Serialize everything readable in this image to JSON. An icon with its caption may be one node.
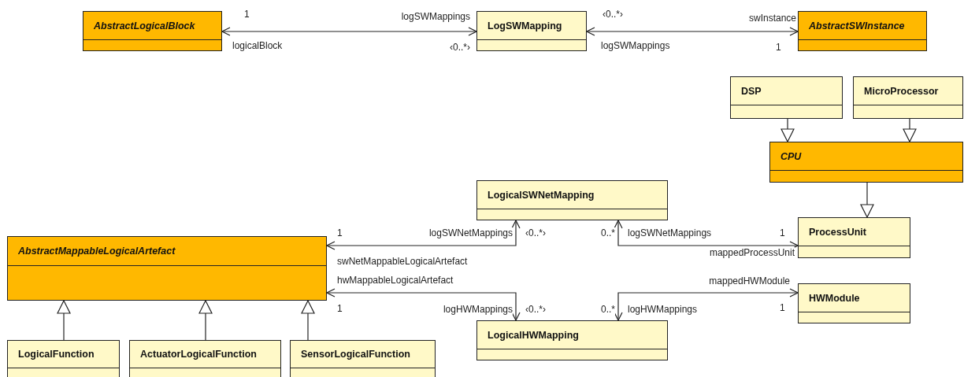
{
  "diagram": {
    "nodes": [
      {
        "text": [
          "AbstractLogicalBlock"
        ]
      },
      {
        "text": [
          "LogSWMapping"
        ]
      },
      {
        "text": [
          "AbstractSWInstance"
        ]
      },
      {
        "text": [
          "DSP"
        ]
      },
      {
        "text": [
          "MicroProcessor"
        ]
      },
      {
        "text": [
          "CPU"
        ]
      },
      {
        "text": [
          "LogicalSWNetMapping"
        ]
      },
      {
        "text": [
          "ProcessUnit"
        ]
      },
      {
        "text": [
          "AbstractMappableLogicalArtefact"
        ]
      },
      {
        "text": [
          "HWModule"
        ]
      },
      {
        "text": [
          "LogicalHWMapping"
        ]
      },
      {
        "text": [
          "LogicalFunction"
        ]
      },
      {
        "text": [
          "ActuatorLogicalFunction"
        ]
      },
      {
        "text": [
          "SensorLogicalFunction"
        ]
      }
    ],
    "edges": [
      {
        "from": 0,
        "to": 1,
        "arrow": "both"
      },
      {
        "from": 1,
        "to": 2,
        "arrow": "both"
      },
      {
        "from": 3,
        "to": 5,
        "arrow": "to"
      },
      {
        "from": 4,
        "to": 5,
        "arrow": "to"
      },
      {
        "from": 5,
        "to": 7,
        "arrow": "to"
      },
      {
        "from": 8,
        "to": 6,
        "arrow": "both"
      },
      {
        "from": 6,
        "to": 7,
        "arrow": "both"
      },
      {
        "from": 8,
        "to": 10,
        "arrow": "both"
      },
      {
        "from": 10,
        "to": 9,
        "arrow": "both"
      },
      {
        "from": 11,
        "to": 8,
        "arrow": "to"
      },
      {
        "from": 12,
        "to": 8,
        "arrow": "to"
      },
      {
        "from": 13,
        "to": 8,
        "arrow": "to"
      }
    ],
    "labels": [
      "1",
      "logSWMappings",
      "logicalBlock",
      "‹0..*›",
      "‹0..*›",
      "swInstance",
      "logSWMappings",
      "1",
      "1",
      "logSWNetMappings",
      "‹0..*›",
      "0..*",
      "logSWNetMappings",
      "1",
      "swNetMappableLogicalArtefact",
      "mappedProcessUnit",
      "hwMappableLogicalArtefact",
      "mappedHWModule",
      "1",
      "logHWMappings",
      "‹0..*›",
      "0..*",
      "logHWMappings",
      "1"
    ]
  }
}
